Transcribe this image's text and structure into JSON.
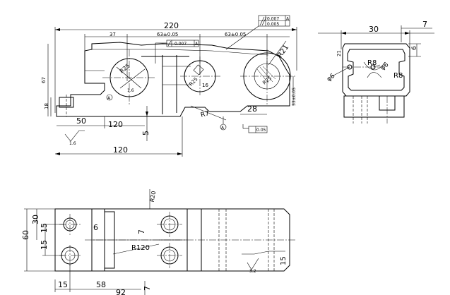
{
  "front_view": {
    "dim_overall": "220",
    "dim_left": "37",
    "dim_mid": "63±0.05",
    "dim_right": "63±0.05",
    "dim_height_left": "67",
    "dim_base": "18",
    "dim_50": "50",
    "dim_120_a": "120",
    "dim_120_b": "120",
    "dim_5": "5",
    "dim_28": "28",
    "dim_33": "33±0.05",
    "radius_21": "R21",
    "radius_7": "R7",
    "radius_25_left": "R25",
    "radius_25_mid": "R25",
    "radius_25_right": "R25",
    "dia_16": "16",
    "surface_a": "A",
    "tol_box_top_1": "0.007",
    "tol_box_top_2": "0.005",
    "tol_box_mid": "0.007",
    "tol_box_bottom": "0.05",
    "rough_16": "1.6"
  },
  "side_view": {
    "dim_30": "30",
    "dim_7": "7",
    "dim_6": "6",
    "dim_21": "21",
    "radius_8_a": "R8",
    "radius_8_b": "R8",
    "dia_6_a": "φ6",
    "dia_6_b": "φ6"
  },
  "top_view": {
    "dim_60": "60",
    "dim_30": "30",
    "dim_15_a": "15",
    "dim_15_b": "15",
    "dim_15_c": "15",
    "dim_58": "58",
    "dim_92": "92",
    "dim_6": "6",
    "dim_7_a": "7",
    "dim_7_b": "7",
    "dim_120": "R120",
    "dim_p": "R20",
    "dim_15_right": "15",
    "rough_right": "3.2"
  }
}
